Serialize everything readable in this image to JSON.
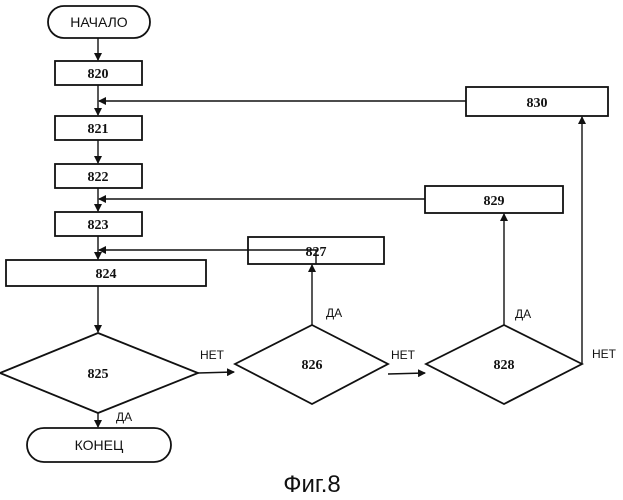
{
  "start_label": "НАЧАЛО",
  "end_label": "КОНЕЦ",
  "blocks": {
    "b820": "820",
    "b821": "821",
    "b822": "822",
    "b823": "823",
    "b824": "824",
    "b827": "827",
    "b829": "829",
    "b830": "830"
  },
  "decisions": {
    "d825": "825",
    "d826": "826",
    "d828": "828"
  },
  "edge_labels": {
    "yes": "ДА",
    "no": "НЕТ"
  },
  "caption": "Фиг.8"
}
